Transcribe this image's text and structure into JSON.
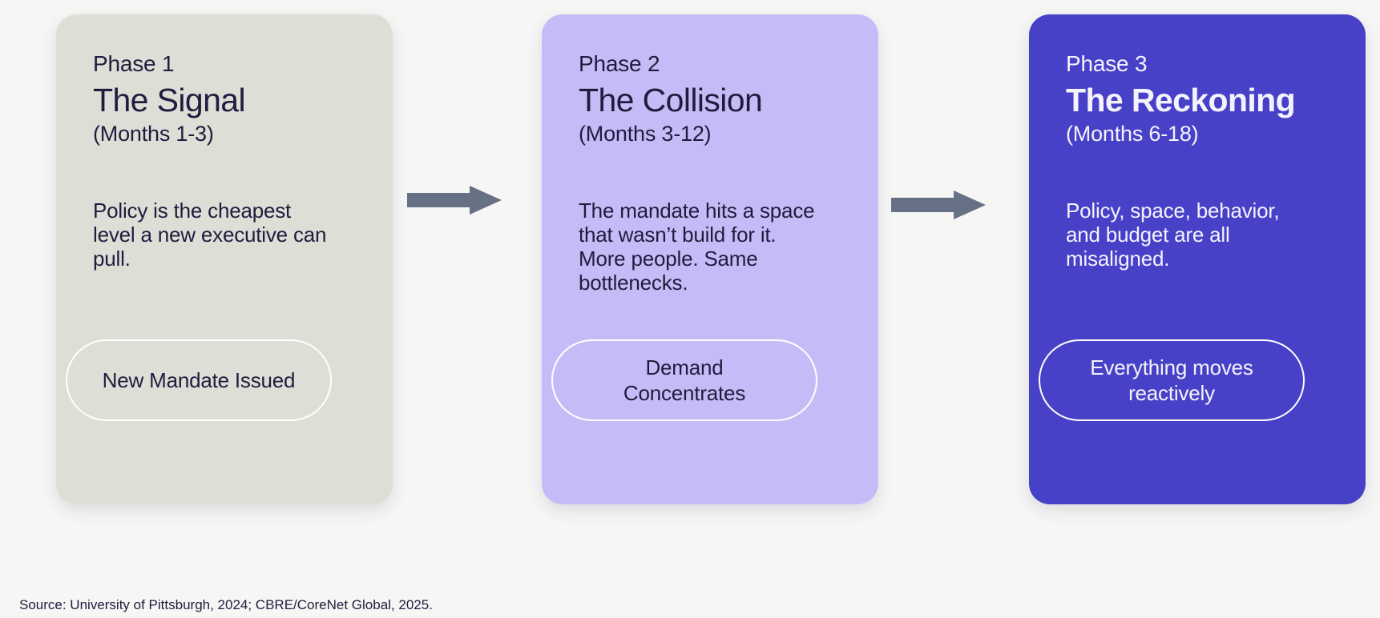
{
  "colors": {
    "page_bg": "#f6f6f5",
    "card1_bg": "#deddd6",
    "card2_bg": "#c5bcf7",
    "card3_bg": "#4741c8",
    "arrow": "#677185",
    "text_dark": "#201c3e",
    "text_light": "#f4f3fc",
    "pill_border": "#ffffff"
  },
  "phases": [
    {
      "label": "Phase 1",
      "title": "The Signal",
      "months": "(Months 1-3)",
      "description": "Policy is the cheapest level a new executive can pull.",
      "pill": "New Mandate Issued"
    },
    {
      "label": "Phase 2",
      "title": "The Collision",
      "months": "(Months 3-12)",
      "description": "The mandate hits a space that wasn’t build for it. More people. Same bottlenecks.",
      "pill": "Demand\nConcentrates"
    },
    {
      "label": "Phase 3",
      "title": "The Reckoning",
      "months": "(Months 6-18)",
      "description": "Policy, space, behavior, and budget are all misaligned.",
      "pill": "Everything moves\nreactively"
    }
  ],
  "source_note": "Source: University of Pittsburgh, 2024; CBRE/CoreNet Global, 2025."
}
